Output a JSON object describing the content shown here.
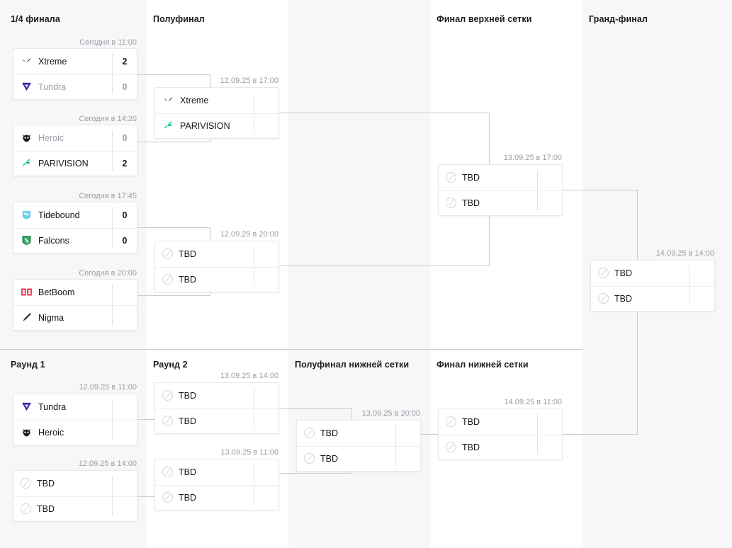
{
  "columns": [
    {
      "id": "ub-qf",
      "title": "1/4 финала",
      "shaded": true
    },
    {
      "id": "ub-sf",
      "title": "Полуфинал",
      "shaded": false
    },
    {
      "id": "ub-sp",
      "title": "",
      "shaded": true
    },
    {
      "id": "ub-f",
      "title": "Финал верхней сетки",
      "shaded": false
    },
    {
      "id": "gf",
      "title": "Гранд-финал",
      "shaded": true
    }
  ],
  "lower_columns": [
    {
      "id": "lb-r1",
      "title": "Раунд 1",
      "shaded": true
    },
    {
      "id": "lb-r2",
      "title": "Раунд 2",
      "shaded": false
    },
    {
      "id": "lb-sf",
      "title": "Полуфинал нижней сетки",
      "shaded": true
    },
    {
      "id": "lb-f",
      "title": "Финал нижней сетки",
      "shaded": false
    }
  ],
  "colors": {
    "card_bg": "#ffffff",
    "column_shade": "#f7f7f8",
    "connector": "#c5cad6",
    "text": "#15161a",
    "muted": "#9b9da6",
    "divider": "#c9ccd4"
  },
  "matches": {
    "ub_qf1": {
      "date": "Сегодня в 11:00",
      "teams": [
        {
          "name": "Xtreme",
          "logo": "xtreme",
          "score": "2",
          "winner": true
        },
        {
          "name": "Tundra",
          "logo": "tundra",
          "score": "0",
          "winner": false
        }
      ]
    },
    "ub_qf2": {
      "date": "Сегодня в 14:20",
      "teams": [
        {
          "name": "Heroic",
          "logo": "heroic",
          "score": "0",
          "winner": false
        },
        {
          "name": "PARIVISION",
          "logo": "parivision",
          "score": "2",
          "winner": true
        }
      ]
    },
    "ub_qf3": {
      "date": "Сегодня в 17:45",
      "teams": [
        {
          "name": "Tidebound",
          "logo": "tidebound",
          "score": "0",
          "winner": true
        },
        {
          "name": "Falcons",
          "logo": "falcons",
          "score": "0",
          "winner": true
        }
      ]
    },
    "ub_qf4": {
      "date": "Сегодня в 20:00",
      "teams": [
        {
          "name": "BetBoom",
          "logo": "betboom",
          "score": "",
          "winner": true
        },
        {
          "name": "Nigma",
          "logo": "nigma",
          "score": "",
          "winner": true
        }
      ]
    },
    "ub_sf1": {
      "date": "12.09.25 в 17:00",
      "teams": [
        {
          "name": "Xtreme",
          "logo": "xtreme",
          "score": "",
          "winner": true
        },
        {
          "name": "PARIVISION",
          "logo": "parivision",
          "score": "",
          "winner": true
        }
      ]
    },
    "ub_sf2": {
      "date": "12.09.25 в 20:00",
      "teams": [
        {
          "name": "TBD",
          "logo": "tbd",
          "score": "",
          "winner": true
        },
        {
          "name": "TBD",
          "logo": "tbd",
          "score": "",
          "winner": true
        }
      ]
    },
    "ub_final": {
      "date": "13.09.25 в 17:00",
      "teams": [
        {
          "name": "TBD",
          "logo": "tbd",
          "score": "",
          "winner": true
        },
        {
          "name": "TBD",
          "logo": "tbd",
          "score": "",
          "winner": true
        }
      ]
    },
    "grand_final": {
      "date": "14.09.25 в 14:00",
      "teams": [
        {
          "name": "TBD",
          "logo": "tbd",
          "score": "",
          "winner": true
        },
        {
          "name": "TBD",
          "logo": "tbd",
          "score": "",
          "winner": true
        }
      ]
    },
    "lb_r1m1": {
      "date": "12.09.25 в 11:00",
      "teams": [
        {
          "name": "Tundra",
          "logo": "tundra",
          "score": "",
          "winner": true
        },
        {
          "name": "Heroic",
          "logo": "heroic",
          "score": "",
          "winner": true
        }
      ]
    },
    "lb_r1m2": {
      "date": "12.09.25 в 14:00",
      "teams": [
        {
          "name": "TBD",
          "logo": "tbd",
          "score": "",
          "winner": true
        },
        {
          "name": "TBD",
          "logo": "tbd",
          "score": "",
          "winner": true
        }
      ]
    },
    "lb_r2m1": {
      "date": "13.09.25 в 14:00",
      "teams": [
        {
          "name": "TBD",
          "logo": "tbd",
          "score": "",
          "winner": true
        },
        {
          "name": "TBD",
          "logo": "tbd",
          "score": "",
          "winner": true
        }
      ]
    },
    "lb_r2m2": {
      "date": "13.09.25 в 11:00",
      "teams": [
        {
          "name": "TBD",
          "logo": "tbd",
          "score": "",
          "winner": true
        },
        {
          "name": "TBD",
          "logo": "tbd",
          "score": "",
          "winner": true
        }
      ]
    },
    "lb_sf": {
      "date": "13.09.25 в 20:00",
      "teams": [
        {
          "name": "TBD",
          "logo": "tbd",
          "score": "",
          "winner": true
        },
        {
          "name": "TBD",
          "logo": "tbd",
          "score": "",
          "winner": true
        }
      ]
    },
    "lb_final": {
      "date": "14.09.25 в 11:00",
      "teams": [
        {
          "name": "TBD",
          "logo": "tbd",
          "score": "",
          "winner": true
        },
        {
          "name": "TBD",
          "logo": "tbd",
          "score": "",
          "winner": true
        }
      ]
    }
  }
}
